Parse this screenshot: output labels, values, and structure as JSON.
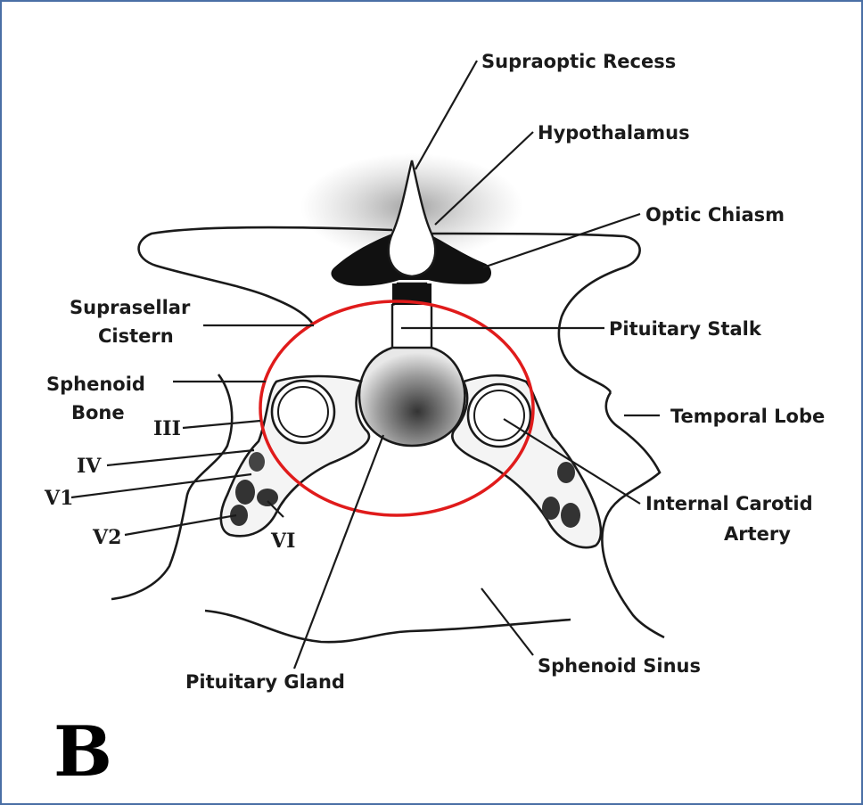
{
  "panel_letter": "B",
  "labels": {
    "supraoptic_recess": "Supraoptic Recess",
    "hypothalamus": "Hypothalamus",
    "optic_chiasm": "Optic Chiasm",
    "suprasellar_cistern_1": "Suprasellar",
    "suprasellar_cistern_2": "Cistern",
    "pituitary_stalk": "Pituitary Stalk",
    "sphenoid_bone_1": "Sphenoid",
    "sphenoid_bone_2": "Bone",
    "temporal_lobe": "Temporal Lobe",
    "internal_carotid_1": "Internal Carotid",
    "internal_carotid_2": "Artery",
    "pituitary_gland": "Pituitary Gland",
    "sphenoid_sinus": "Sphenoid Sinus",
    "cn_iii": "III",
    "cn_iv": "IV",
    "cn_v1": "V1",
    "cn_v2": "V2",
    "cn_vi": "VI"
  },
  "colors": {
    "highlight_ellipse": "#e01b1b",
    "frame_border": "#4a6fa5",
    "ink": "#1a1a1a"
  }
}
